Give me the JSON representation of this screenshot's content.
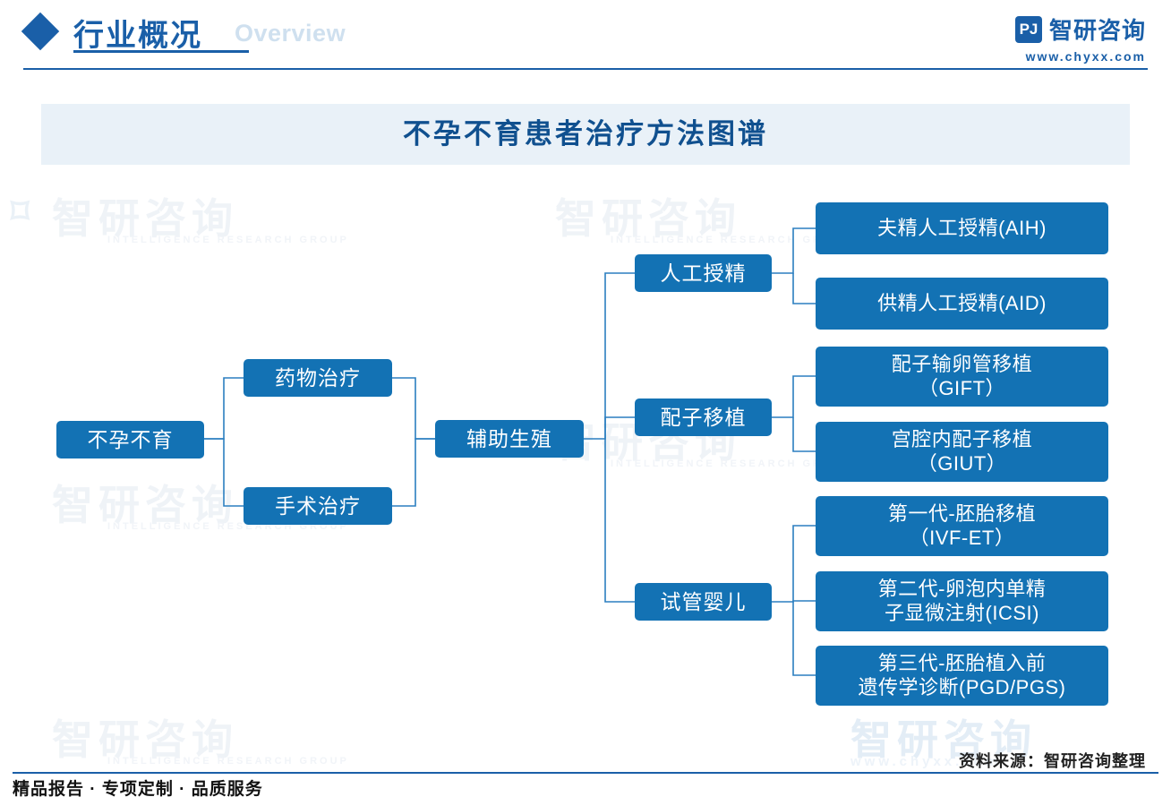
{
  "header": {
    "title": "行业概况",
    "subtitle": "Overview",
    "brand_mark": "Pğ",
    "brand_name": "智研咨询",
    "brand_url": "www.chyxx.com"
  },
  "chart_title": "不孕不育患者治疗方法图谱",
  "diagram": {
    "type": "tree",
    "root": {
      "label": "不孕不育"
    },
    "level1": [
      {
        "label": "药物治疗"
      },
      {
        "label": "手术治疗"
      }
    ],
    "level2": {
      "label": "辅助生殖"
    },
    "level3": [
      {
        "label": "人工授精"
      },
      {
        "label": "配子移植"
      },
      {
        "label": "试管婴儿"
      }
    ],
    "leaves": {
      "人工授精": [
        {
          "line1": "夫精人工授精(AIH)",
          "line2": ""
        },
        {
          "line1": "供精人工授精(AID)",
          "line2": ""
        }
      ],
      "配子移植": [
        {
          "line1": "配子输卵管移植",
          "line2": "（GIFT）"
        },
        {
          "line1": "宫腔内配子移植",
          "line2": "（GIUT）"
        }
      ],
      "试管婴儿": [
        {
          "line1": "第一代-胚胎移植",
          "line2": "（IVF-ET）"
        },
        {
          "line1": "第二代-卵泡内单精",
          "line2": "子显微注射(ICSI)"
        },
        {
          "line1": "第三代-胚胎植入前",
          "line2": "遗传学诊断(PGD/PGS)"
        }
      ]
    }
  },
  "source_note": "资料来源：智研咨询整理",
  "footer_note": "精品报告 · 专项定制 · 品质服务",
  "watermarks": {
    "brand_cn": "智研咨询",
    "brand_en": "INTELLIGENCE RESEARCH GROUP",
    "url": "www.chyxx.com"
  },
  "colors": {
    "accent": "#1a5fa8",
    "node": "#1372b4",
    "band": "#e9f1f8",
    "title_text": "#10508f"
  }
}
